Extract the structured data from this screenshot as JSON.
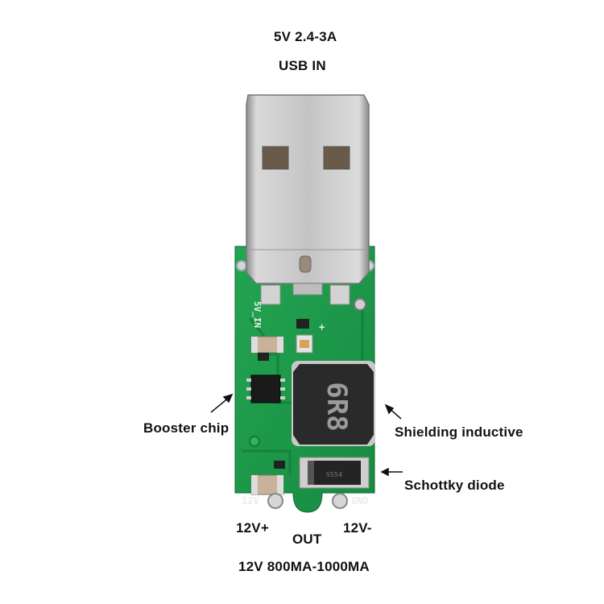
{
  "labels": {
    "input_rating": "5V 2.4-3A",
    "input_name": "USB IN",
    "booster_chip": "Booster chip",
    "shielding_inductive": "Shielding inductive",
    "schottky_diode": "Schottky diode",
    "pad_plus": "12V+",
    "pad_minus": "12V-",
    "output_name": "OUT",
    "output_rating": "12V 800MA-1000MA"
  },
  "board_silkscreen": {
    "input_mark": "5V_IN",
    "pad_12v": "12V",
    "pad_gnd": "GND",
    "inductor_code": "6R8",
    "diode_code": "SS54"
  },
  "colors": {
    "pcb": "#1e9a4a",
    "pcb_dark": "#137a36",
    "metal": "#c9c9c9",
    "inductor": "#2a2a2a",
    "text": "#111111"
  }
}
